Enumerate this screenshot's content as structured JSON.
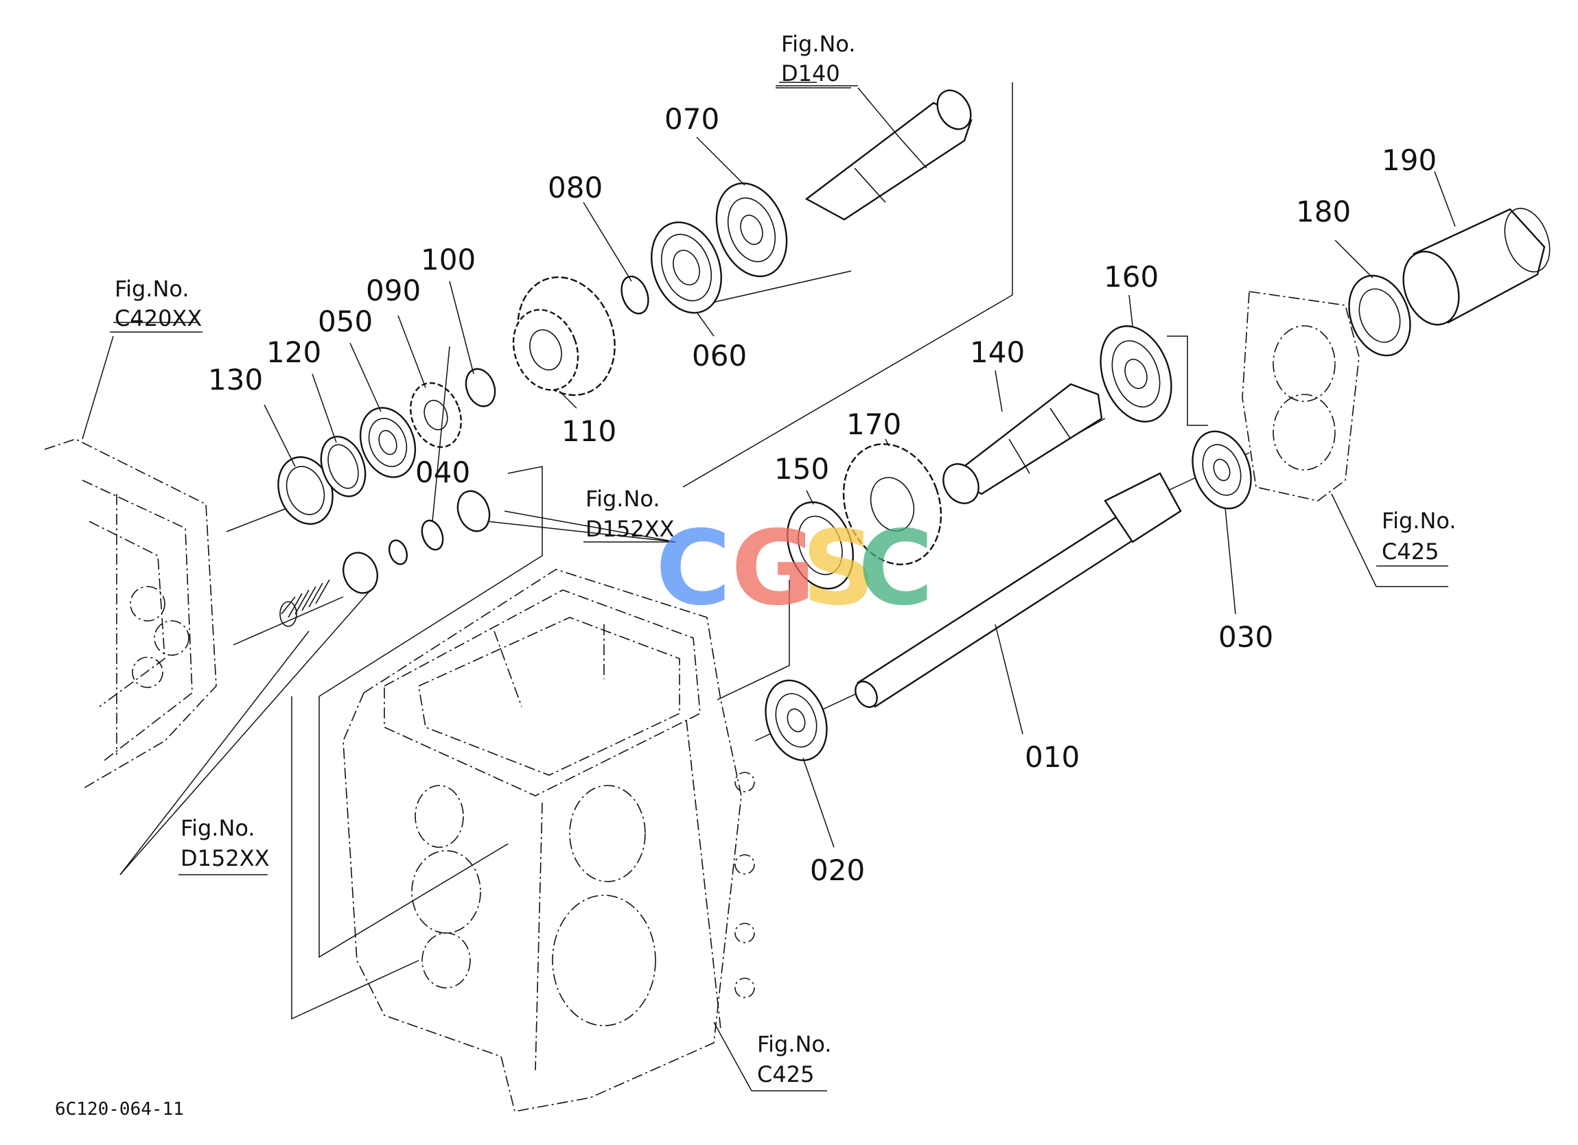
{
  "diagram": {
    "parts": [
      "010",
      "020",
      "030",
      "040",
      "050",
      "060",
      "070",
      "080",
      "090",
      "100",
      "110",
      "120",
      "130",
      "140",
      "150",
      "160",
      "170",
      "180",
      "190"
    ],
    "refs": {
      "d140": [
        "Fig.No.",
        "D140"
      ],
      "c420": [
        "Fig.No.",
        "C420XX"
      ],
      "d152_mid": [
        "Fig.No.",
        "D152XX"
      ],
      "d152_left": [
        "Fig.No.",
        "D152XX"
      ],
      "c425_right": [
        "Fig.No.",
        "C425"
      ],
      "c425_bottom": [
        "Fig.No.",
        "C425"
      ]
    },
    "drawing_code": "6C120-064-11",
    "watermark": {
      "letters": [
        "C",
        "G",
        "S",
        "C"
      ],
      "colors": [
        "#4f8ef7",
        "#ef6b5e",
        "#f7c948",
        "#3fae7a"
      ]
    }
  }
}
